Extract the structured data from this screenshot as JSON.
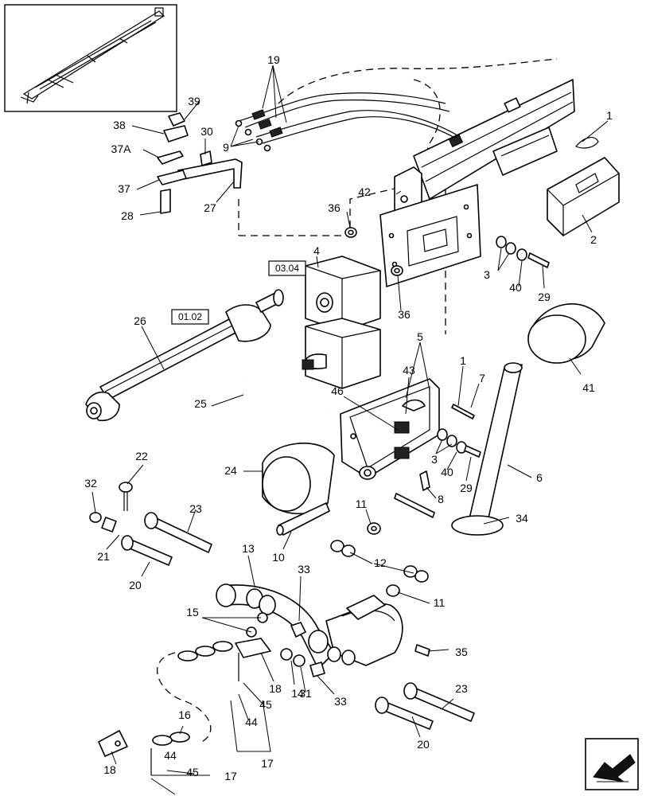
{
  "references": [
    {
      "id": "ref-03-04",
      "text": "03.04"
    },
    {
      "id": "ref-01-02",
      "text": "01.02"
    }
  ],
  "callouts": [
    {
      "id": "c1a",
      "text": "1"
    },
    {
      "id": "c1b",
      "text": "1"
    },
    {
      "id": "c2",
      "text": "2"
    },
    {
      "id": "c3a",
      "text": "3"
    },
    {
      "id": "c3b",
      "text": "3"
    },
    {
      "id": "c4",
      "text": "4"
    },
    {
      "id": "c5",
      "text": "5"
    },
    {
      "id": "c6",
      "text": "6"
    },
    {
      "id": "c7",
      "text": "7"
    },
    {
      "id": "c8",
      "text": "8"
    },
    {
      "id": "c9",
      "text": "9"
    },
    {
      "id": "c10",
      "text": "10"
    },
    {
      "id": "c11a",
      "text": "11"
    },
    {
      "id": "c11b",
      "text": "11"
    },
    {
      "id": "c12",
      "text": "12"
    },
    {
      "id": "c13",
      "text": "13"
    },
    {
      "id": "c14",
      "text": "14"
    },
    {
      "id": "c15",
      "text": "15"
    },
    {
      "id": "c16",
      "text": "16"
    },
    {
      "id": "c17a",
      "text": "17"
    },
    {
      "id": "c17b",
      "text": "17"
    },
    {
      "id": "c18a",
      "text": "18"
    },
    {
      "id": "c18b",
      "text": "18"
    },
    {
      "id": "c19",
      "text": "19"
    },
    {
      "id": "c20a",
      "text": "20"
    },
    {
      "id": "c20b",
      "text": "20"
    },
    {
      "id": "c21",
      "text": "21"
    },
    {
      "id": "c22",
      "text": "22"
    },
    {
      "id": "c23a",
      "text": "23"
    },
    {
      "id": "c23b",
      "text": "23"
    },
    {
      "id": "c24",
      "text": "24"
    },
    {
      "id": "c25",
      "text": "25"
    },
    {
      "id": "c26",
      "text": "26"
    },
    {
      "id": "c27",
      "text": "27"
    },
    {
      "id": "c28",
      "text": "28"
    },
    {
      "id": "c29a",
      "text": "29"
    },
    {
      "id": "c29b",
      "text": "29"
    },
    {
      "id": "c30",
      "text": "30"
    },
    {
      "id": "c31",
      "text": "31"
    },
    {
      "id": "c32",
      "text": "32"
    },
    {
      "id": "c33a",
      "text": "33"
    },
    {
      "id": "c33b",
      "text": "33"
    },
    {
      "id": "c34",
      "text": "34"
    },
    {
      "id": "c35",
      "text": "35"
    },
    {
      "id": "c36a",
      "text": "36"
    },
    {
      "id": "c36b",
      "text": "36"
    },
    {
      "id": "c37",
      "text": "37"
    },
    {
      "id": "c37a",
      "text": "37A"
    },
    {
      "id": "c38",
      "text": "38"
    },
    {
      "id": "c39",
      "text": "39"
    },
    {
      "id": "c40a",
      "text": "40"
    },
    {
      "id": "c40b",
      "text": "40"
    },
    {
      "id": "c41",
      "text": "41"
    },
    {
      "id": "c42",
      "text": "42"
    },
    {
      "id": "c43",
      "text": "43"
    },
    {
      "id": "c44a",
      "text": "44"
    },
    {
      "id": "c44b",
      "text": "44"
    },
    {
      "id": "c45a",
      "text": "45"
    },
    {
      "id": "c45b",
      "text": "45"
    },
    {
      "id": "c46",
      "text": "46"
    }
  ],
  "icons": {
    "thumbnail": "machine-overview-thumbnail",
    "navigation": "next-page-arrow-icon"
  }
}
